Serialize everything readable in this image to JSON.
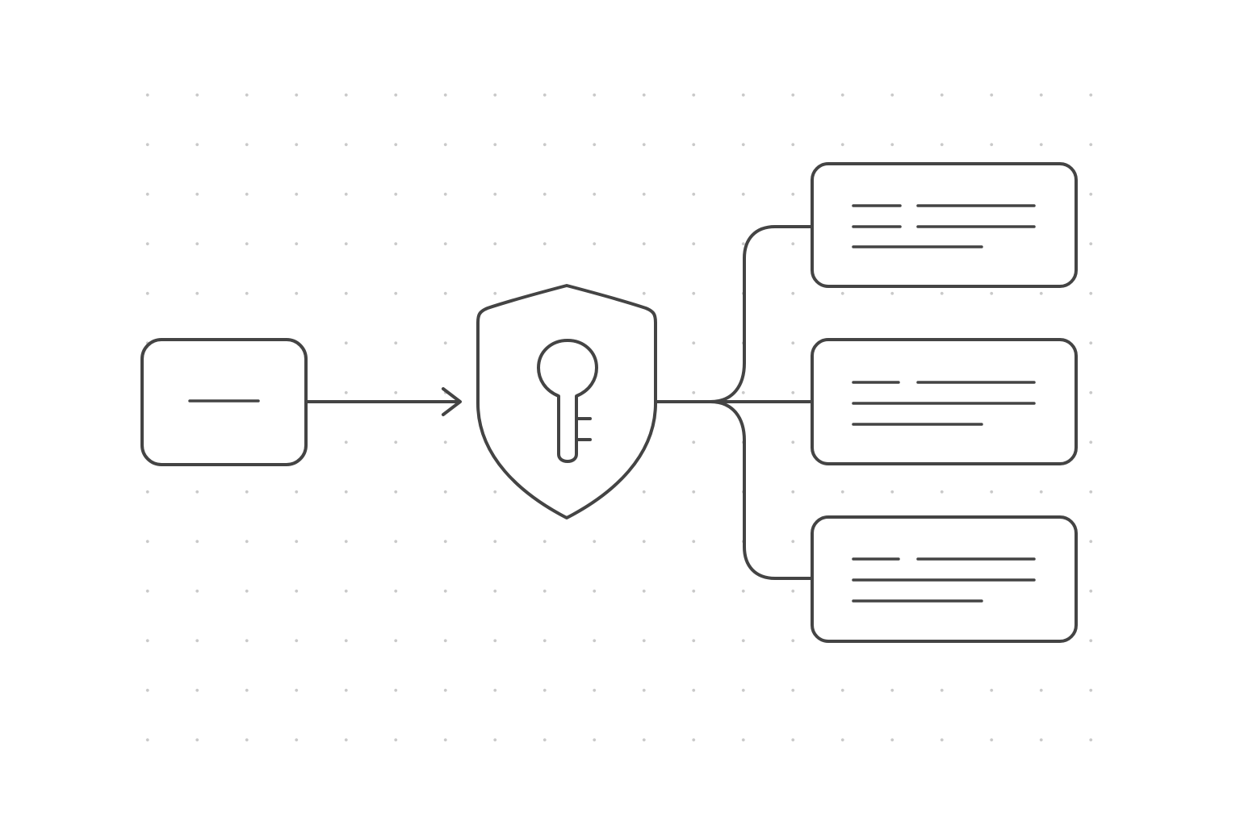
{
  "diagram": {
    "source_node": {
      "icon": "single-line-placeholder"
    },
    "center_node": {
      "icon": "shield-keyhole-key-icon"
    },
    "output_nodes": [
      {
        "icon": "text-lines-placeholder"
      },
      {
        "icon": "text-lines-placeholder"
      },
      {
        "icon": "text-lines-placeholder"
      }
    ],
    "colors": {
      "stroke": "#444444",
      "background": "#ffffff",
      "grid_dots": "#c9c9c9"
    }
  }
}
